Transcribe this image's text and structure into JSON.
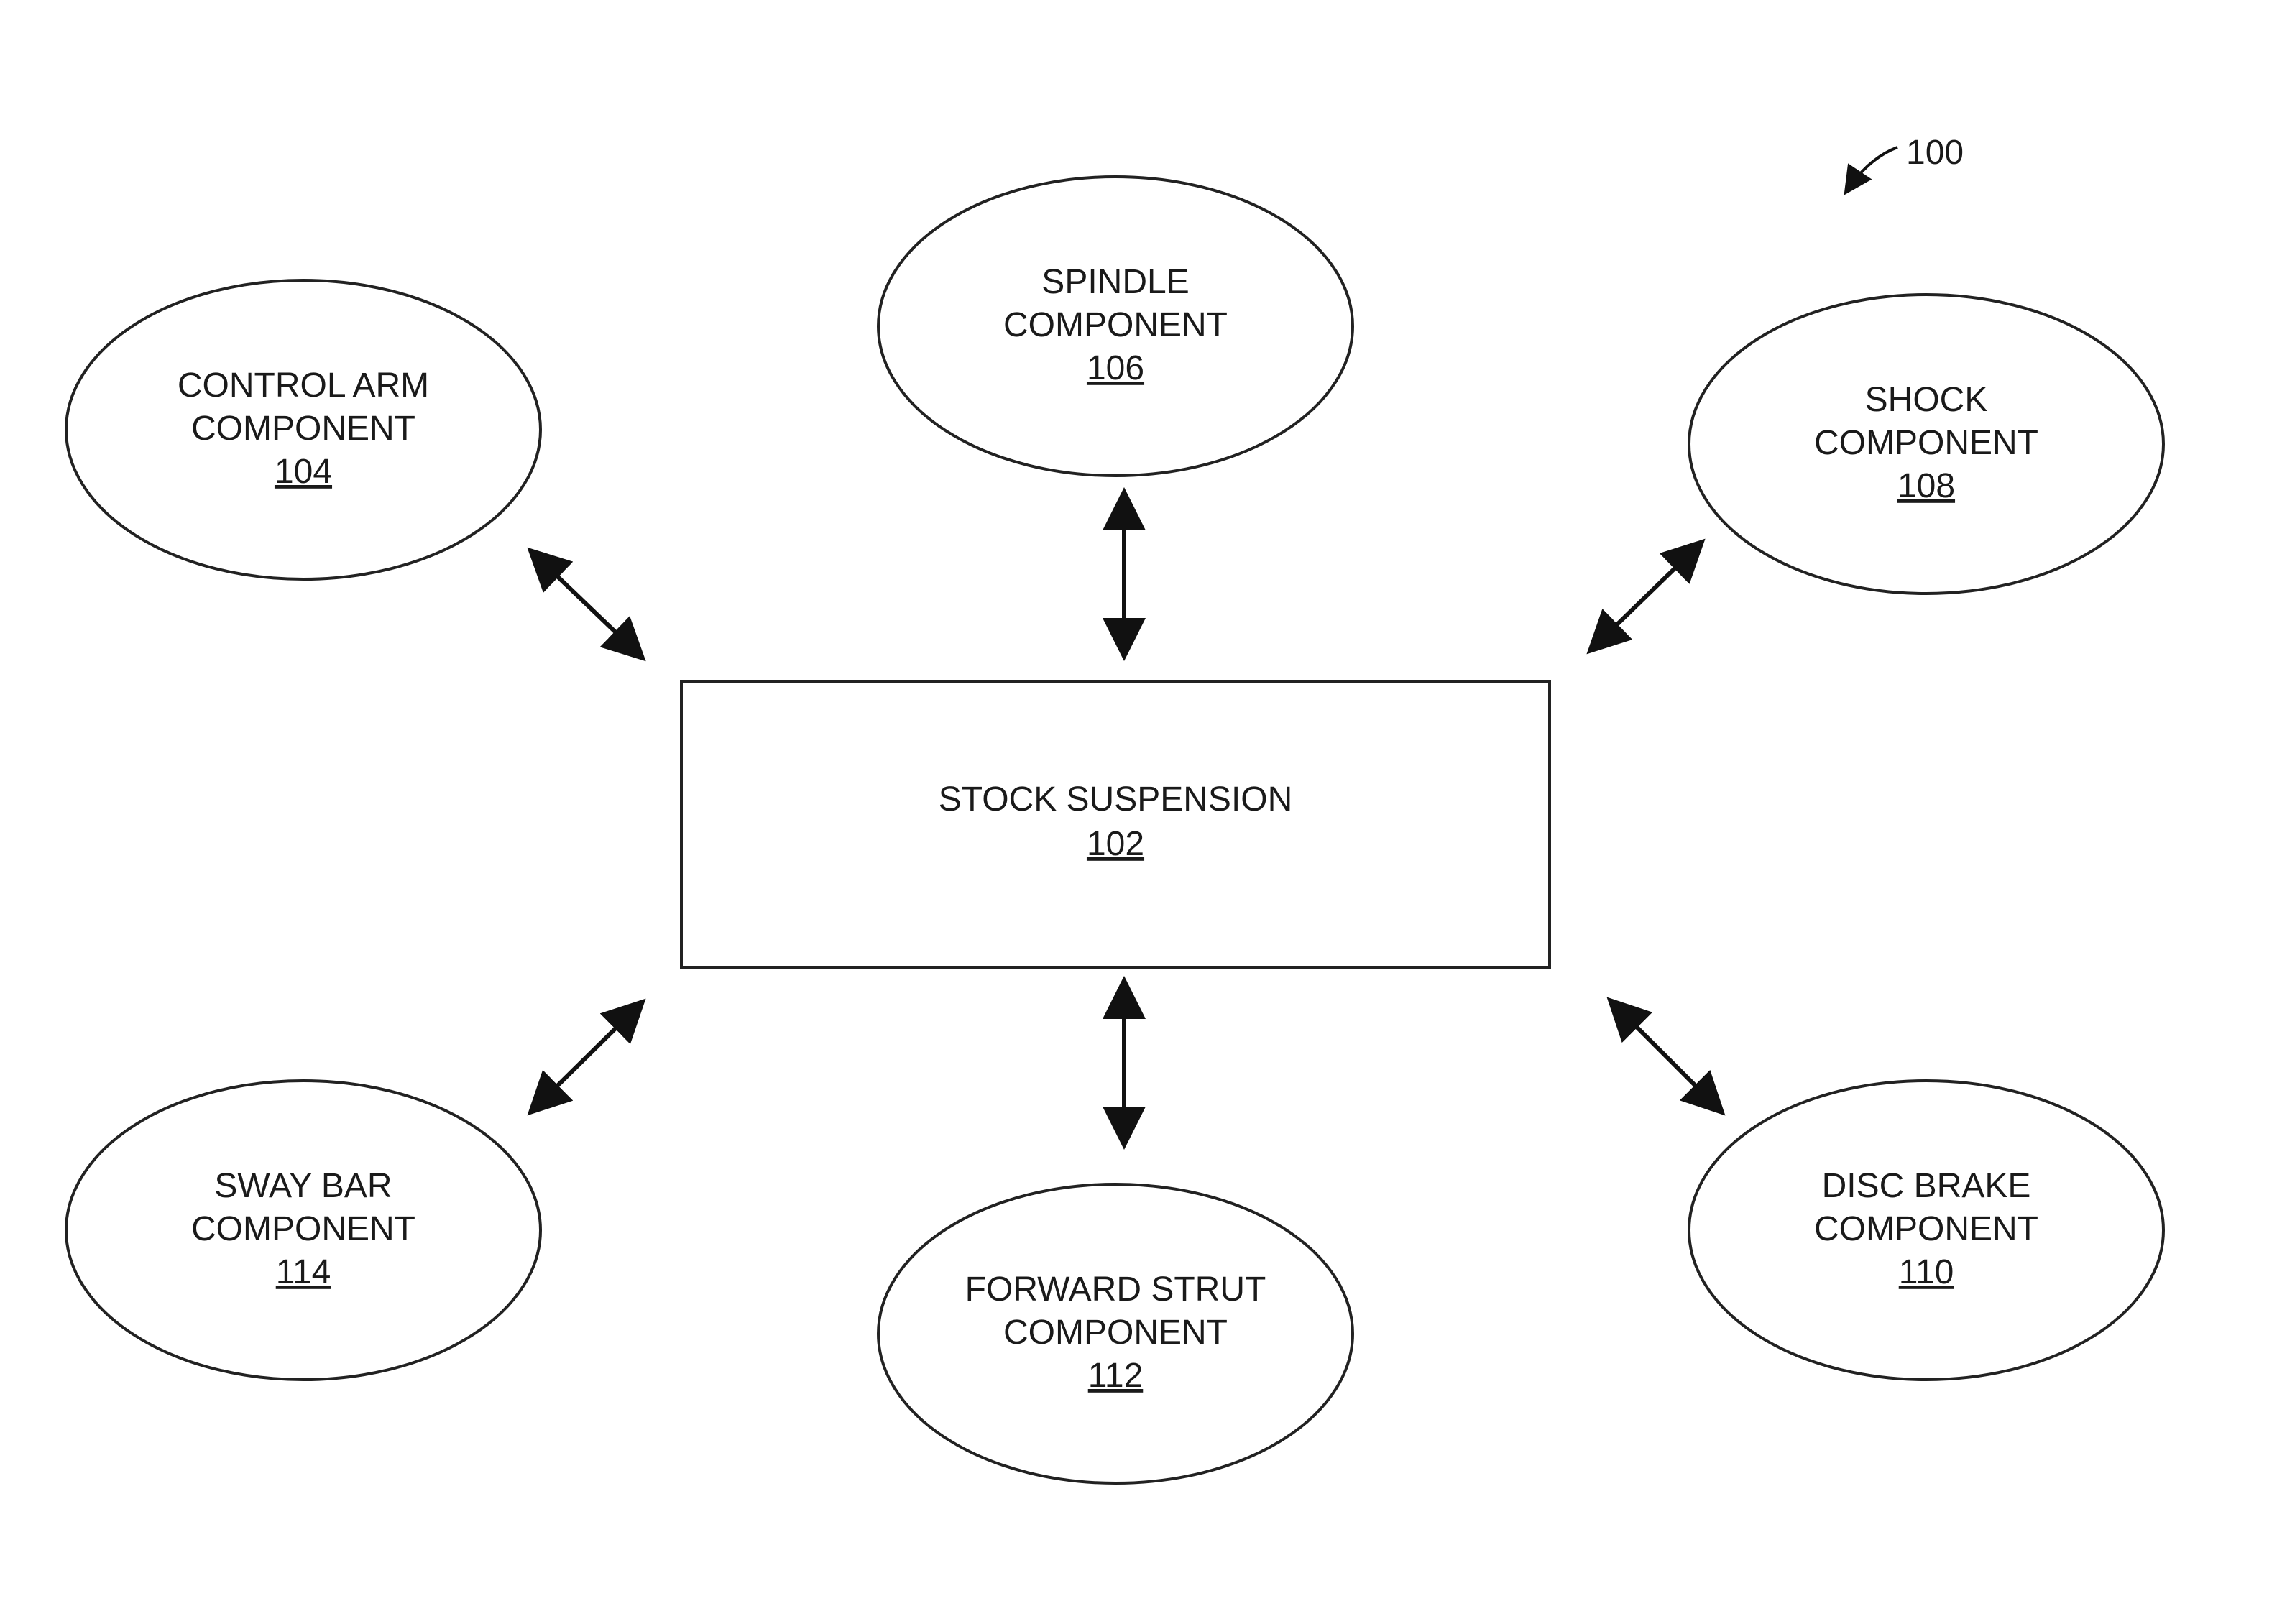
{
  "figure": {
    "reference": "100"
  },
  "center": {
    "label": "STOCK SUSPENSION",
    "ref": "102"
  },
  "components": {
    "control_arm": {
      "line1": "CONTROL ARM",
      "line2": "COMPONENT",
      "ref": "104"
    },
    "spindle": {
      "line1": "SPINDLE",
      "line2": "COMPONENT",
      "ref": "106"
    },
    "shock": {
      "line1": "SHOCK",
      "line2": "COMPONENT",
      "ref": "108"
    },
    "disc_brake": {
      "line1": "DISC BRAKE",
      "line2": "COMPONENT",
      "ref": "110"
    },
    "forward_strut": {
      "line1": "FORWARD STRUT",
      "line2": "COMPONENT",
      "ref": "112"
    },
    "sway_bar": {
      "line1": "SWAY BAR",
      "line2": "COMPONENT",
      "ref": "114"
    }
  },
  "colors": {
    "stroke": "#222222",
    "text": "#1a1a1a",
    "background": "#ffffff"
  }
}
